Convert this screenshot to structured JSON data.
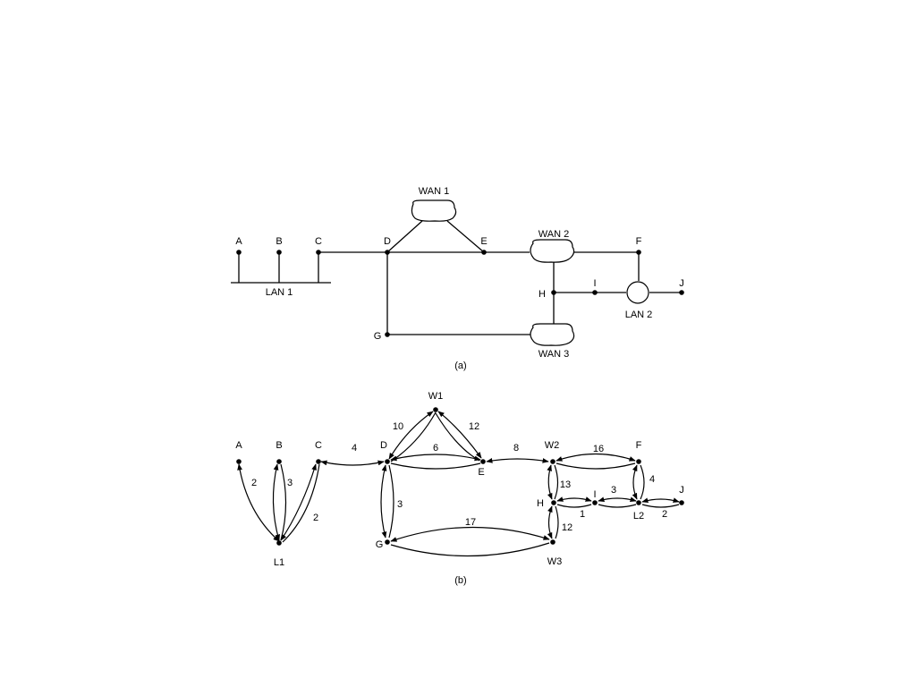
{
  "diagram_a": {
    "caption": "(a)",
    "nodes": {
      "A": "A",
      "B": "B",
      "C": "C",
      "D": "D",
      "E": "E",
      "F": "F",
      "G": "G",
      "H": "H",
      "I": "I",
      "J": "J"
    },
    "networks": {
      "lan1": "LAN 1",
      "lan2": "LAN 2",
      "wan1": "WAN 1",
      "wan2": "WAN 2",
      "wan3": "WAN 3"
    }
  },
  "diagram_b": {
    "caption": "(b)",
    "nodes": {
      "A": "A",
      "B": "B",
      "C": "C",
      "D": "D",
      "E": "E",
      "F": "F",
      "G": "G",
      "H": "H",
      "I": "I",
      "J": "J",
      "W1": "W1",
      "W2": "W2",
      "W3": "W3",
      "L1": "L1",
      "L2": "L2"
    },
    "edges": [
      {
        "from": "A",
        "to": "L1",
        "weight": "2"
      },
      {
        "from": "B",
        "to": "L1",
        "weight": "3"
      },
      {
        "from": "C",
        "to": "L1",
        "weight": "2"
      },
      {
        "from": "C",
        "to": "D",
        "weight": "4"
      },
      {
        "from": "D",
        "to": "W1",
        "weight": "10"
      },
      {
        "from": "W1",
        "to": "E",
        "weight": "12"
      },
      {
        "from": "D",
        "to": "E",
        "weight": "6"
      },
      {
        "from": "D",
        "to": "G",
        "weight": "3"
      },
      {
        "from": "E",
        "to": "W2",
        "weight": "8"
      },
      {
        "from": "W2",
        "to": "F",
        "weight": "16"
      },
      {
        "from": "W2",
        "to": "H",
        "weight": "13"
      },
      {
        "from": "G",
        "to": "W3",
        "weight": "17"
      },
      {
        "from": "H",
        "to": "W3",
        "weight": "12"
      },
      {
        "from": "H",
        "to": "I",
        "weight": "1"
      },
      {
        "from": "I",
        "to": "L2",
        "weight": "3"
      },
      {
        "from": "F",
        "to": "L2",
        "weight": "4"
      },
      {
        "from": "L2",
        "to": "J",
        "weight": "2"
      }
    ]
  }
}
